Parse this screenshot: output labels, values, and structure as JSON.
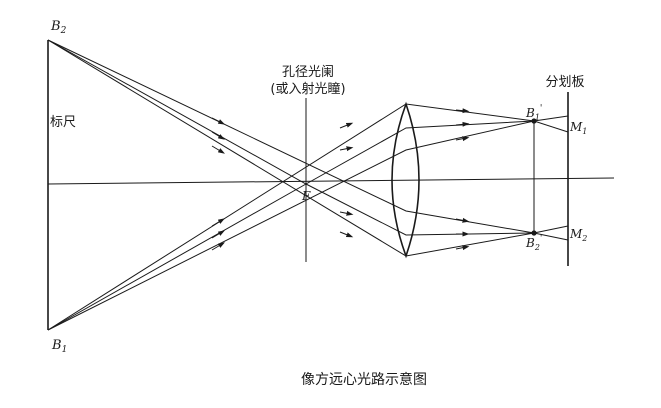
{
  "labels": {
    "ruler": "标尺",
    "aperture_line1": "孔径光阑",
    "aperture_line2": "(或入射光瞳)",
    "reticle": "分划板",
    "caption": "像方远心光路示意图",
    "b2": "B",
    "b2_sub": "2",
    "b1": "B",
    "b1_sub": "1",
    "f": "F",
    "b1p": "B",
    "b1p_sub": "1",
    "b1p_prime": "'",
    "b2p": "B",
    "b2p_sub": "2",
    "b2p_prime": "'",
    "m1": "M",
    "m1_sub": "1",
    "m2": "M",
    "m2_sub": "2"
  }
}
